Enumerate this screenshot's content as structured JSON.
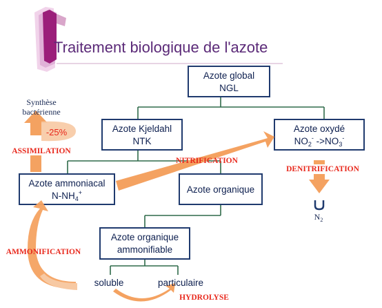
{
  "title": "Traitement biologique de l'azote",
  "colors": {
    "box_border": "#1f3a6e",
    "connector": "#2f6a4a",
    "label_red": "#e8281c",
    "arrow_orange": "#f4a261",
    "title_purple": "#5b2a78",
    "ribbon_magenta": "#9b1f7a"
  },
  "boxes": {
    "ngl": {
      "line1": "Azote global",
      "line2": "NGL"
    },
    "ntk": {
      "line1": "Azote Kjeldahl",
      "line2": "NTK"
    },
    "oxyde": {
      "line1": "Azote oxydé",
      "line2_main": "NO",
      "sub1": "2",
      "sup1": "-",
      "mid": " ->NO",
      "sub2": "3",
      "sup2": "-"
    },
    "ammoniacal": {
      "line1": "Azote ammoniacal",
      "line2_main": "N-NH",
      "sub": "4",
      "sup": "+"
    },
    "organique": {
      "line1": "Azote organique"
    },
    "ammonifiable": {
      "line1": "Azote organique",
      "line2": "ammonifiable"
    }
  },
  "labels": {
    "synthese_line1": "Synthèse",
    "synthese_line2": "bactérienne",
    "percent": "-25%",
    "assimilation": "ASSIMILATION",
    "nitrification": "NITRIFICATION",
    "denitrification": "DENITRIFICATION",
    "ammonification": "AMMONIFICATION",
    "hydrolyse": "HYDROLYSE",
    "soluble": "soluble",
    "particulaire": "particulaire",
    "n2_main": "N",
    "n2_sub": "2"
  }
}
